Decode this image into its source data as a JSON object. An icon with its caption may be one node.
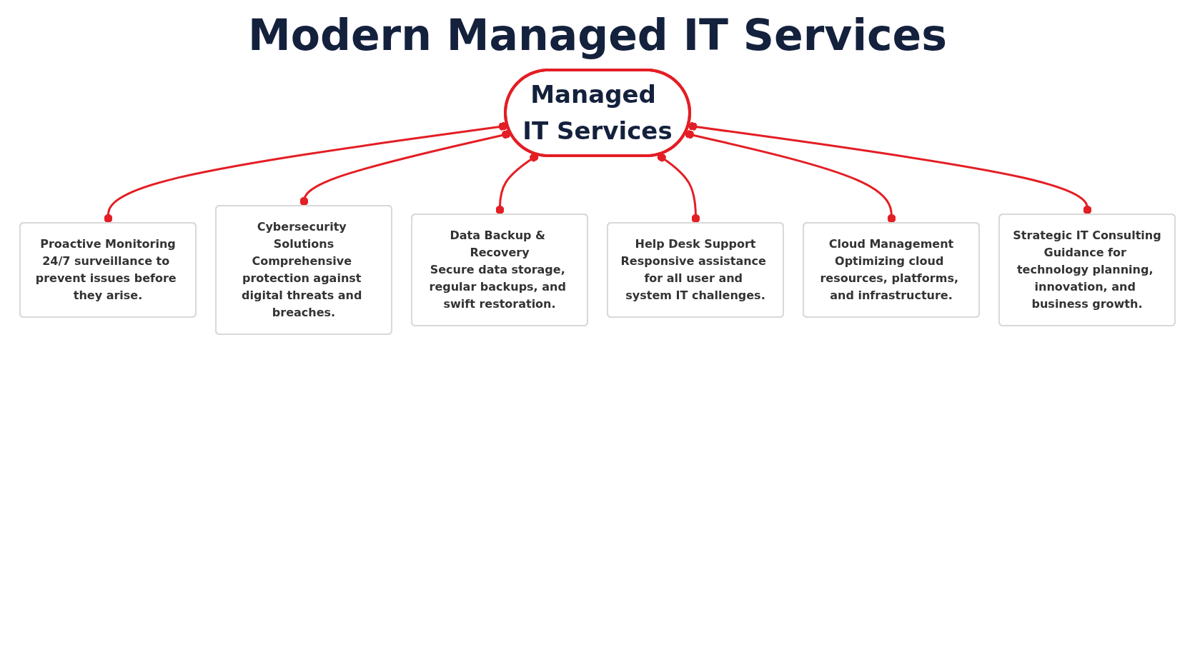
{
  "diagram": {
    "title": "Modern Managed IT Services",
    "nodes": [
      {
        "text": [
          "Managed IT Services"
        ]
      },
      {
        "text": [
          "Proactive Monitoring",
          "24/7 surveillance to prevent issues before they arise."
        ]
      },
      {
        "text": [
          "Cybersecurity Solutions",
          "Comprehensive protection against digital threats and breaches."
        ]
      },
      {
        "text": [
          "Data Backup & Recovery",
          "Secure data storage, regular backups, and swift restoration."
        ]
      },
      {
        "text": [
          "Help Desk Support",
          "Responsive assistance for all user and system IT challenges."
        ]
      },
      {
        "text": [
          "Cloud Management",
          "Optimizing cloud resources, platforms, and infrastructure."
        ]
      },
      {
        "text": [
          "Strategic IT Consulting",
          "Guidance for technology planning, innovation, and business growth."
        ]
      }
    ],
    "edges": [
      {
        "from": 0,
        "to": 1,
        "arrow": "other"
      },
      {
        "from": 0,
        "to": 2,
        "arrow": "other"
      },
      {
        "from": 0,
        "to": 3,
        "arrow": "other"
      },
      {
        "from": 0,
        "to": 4,
        "arrow": "other"
      },
      {
        "from": 0,
        "to": 5,
        "arrow": "other"
      },
      {
        "from": 0,
        "to": 6,
        "arrow": "other"
      }
    ]
  }
}
